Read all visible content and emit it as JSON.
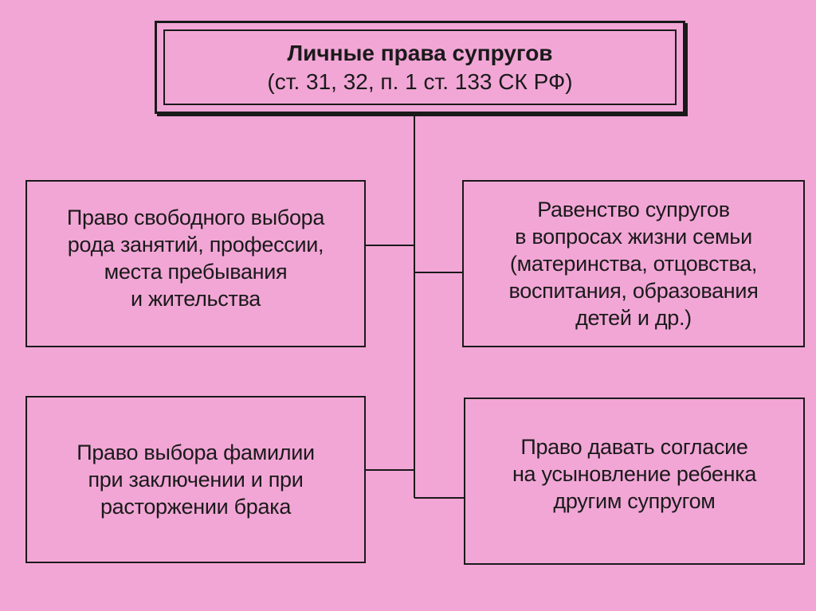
{
  "title": {
    "main": "Личные права супругов",
    "sub": "(ст. 31, 32, п. 1 ст. 133 СК РФ)"
  },
  "boxes": {
    "top_left": [
      "Право свободного выбора",
      "рода занятий, профессии,",
      "места пребывания",
      "и жительства"
    ],
    "top_right": [
      "Равенство супругов",
      "в вопросах жизни семьи",
      "(материнства, отцовства,",
      "воспитания, образования",
      "детей и др.)"
    ],
    "bottom_left": [
      "Право выбора фамилии",
      "при заключении и при",
      "расторжении брака"
    ],
    "bottom_right": [
      "Право давать согласие",
      "на усыновление ребенка",
      "другим супругом"
    ]
  },
  "colors": {
    "background": "#f2a6d6",
    "ink": "#1a1a1a"
  }
}
